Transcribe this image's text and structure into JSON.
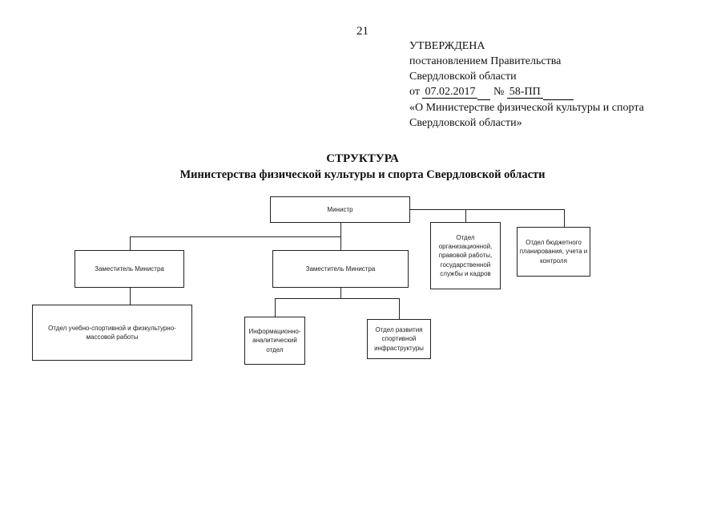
{
  "page_number": "21",
  "approval": {
    "line1": "УТВЕРЖДЕНА",
    "line2": "постановлением Правительства",
    "line3": "Свердловской области",
    "from_label": "от",
    "date": "07.02.2017",
    "no_label": "№",
    "number": "58-ПП",
    "line5": "«О Министерстве физической культуры и спорта",
    "line6": "Свердловской области»"
  },
  "title": {
    "line1": "СТРУКТУРА",
    "line2": "Министерства физической культуры и спорта Свердловской области"
  },
  "org_chart": {
    "minister": "Министр",
    "deputy_left": "Заместитель Министра",
    "deputy_center": "Заместитель Министра",
    "dept_org": "Отдел организационной, правовой работы, государственной службы и кадров",
    "dept_budget": "Отдел бюджетного планирования, учета и контроля",
    "dept_training": "Отдел учебно-спортивной и физкультурно-массовой работы",
    "dept_info": "Информационно-аналитический отдел",
    "dept_infra": "Отдел развития спортивной инфраструктуры"
  }
}
